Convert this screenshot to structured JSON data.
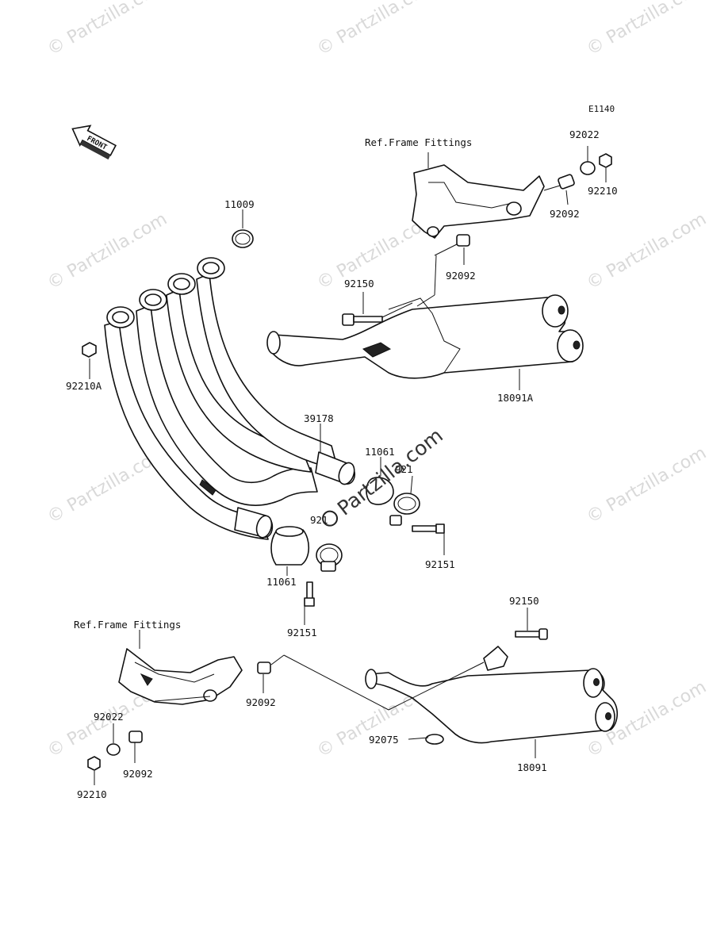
{
  "diagram_code": "E1140",
  "front_label": "FRONT",
  "ref_frame_upper": "Ref.Frame Fittings",
  "ref_frame_lower": "Ref.Frame Fittings",
  "watermark": "© Partzilla.com",
  "parts": {
    "p11009": "11009",
    "p92210A": "92210A",
    "p39178": "39178",
    "p11061_upper": "11061",
    "p11061_lower": "11061",
    "p92171_upper": "921",
    "p92171_lower": "921",
    "p92151_right": "92151",
    "p92151_left": "92151",
    "p92150_upper": "92150",
    "p92150_lower": "92150",
    "p18091A": "18091A",
    "p18091": "18091",
    "p92022_upper": "92022",
    "p92022_lower": "92022",
    "p92210_upper": "92210",
    "p92210_lower": "92210",
    "p92092_upper_right": "92092",
    "p92092_upper_mid": "92092",
    "p92092_lower_right": "92092",
    "p92092_lower_left": "92092",
    "p92075": "92075"
  }
}
